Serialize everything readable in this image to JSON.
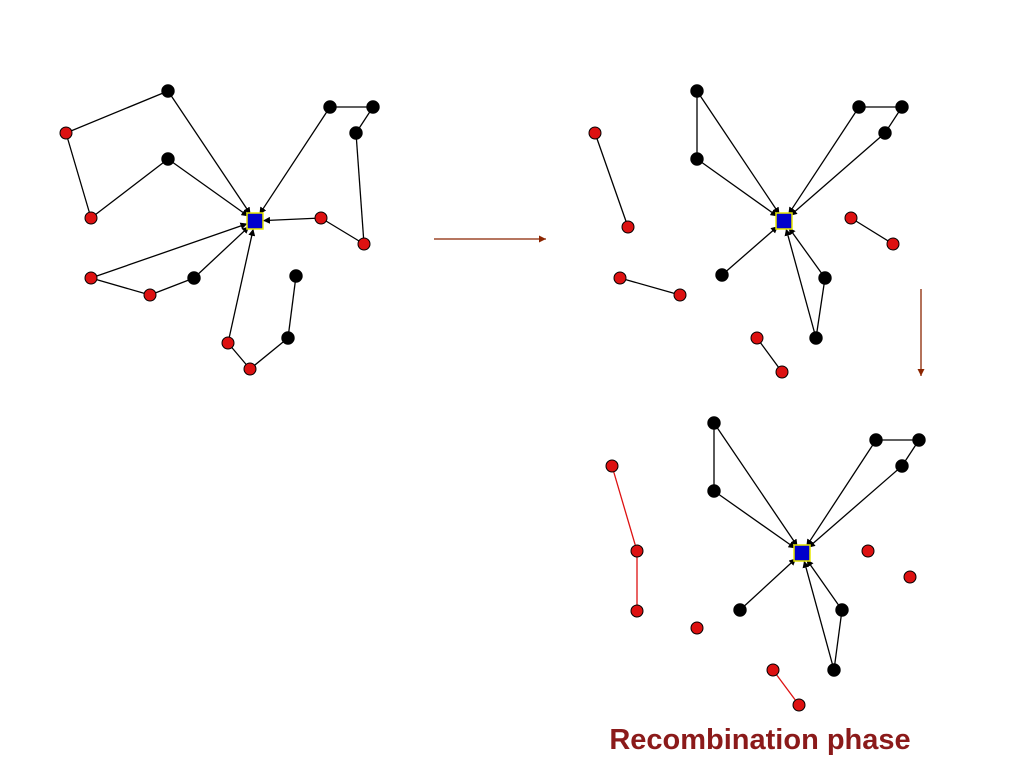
{
  "caption": "Recombination phase",
  "colors": {
    "caption": "#8B1A1A",
    "arrow": "#8B2500",
    "node_red": "#dd1111",
    "node_black": "#000000",
    "center_fill": "#0000cc",
    "center_border": "#e8e800",
    "edge_black": "#000000",
    "edge_red": "#dd1111"
  },
  "icons": {
    "node": "circle",
    "center": "square",
    "edge_arrow": "arrowhead"
  }
}
